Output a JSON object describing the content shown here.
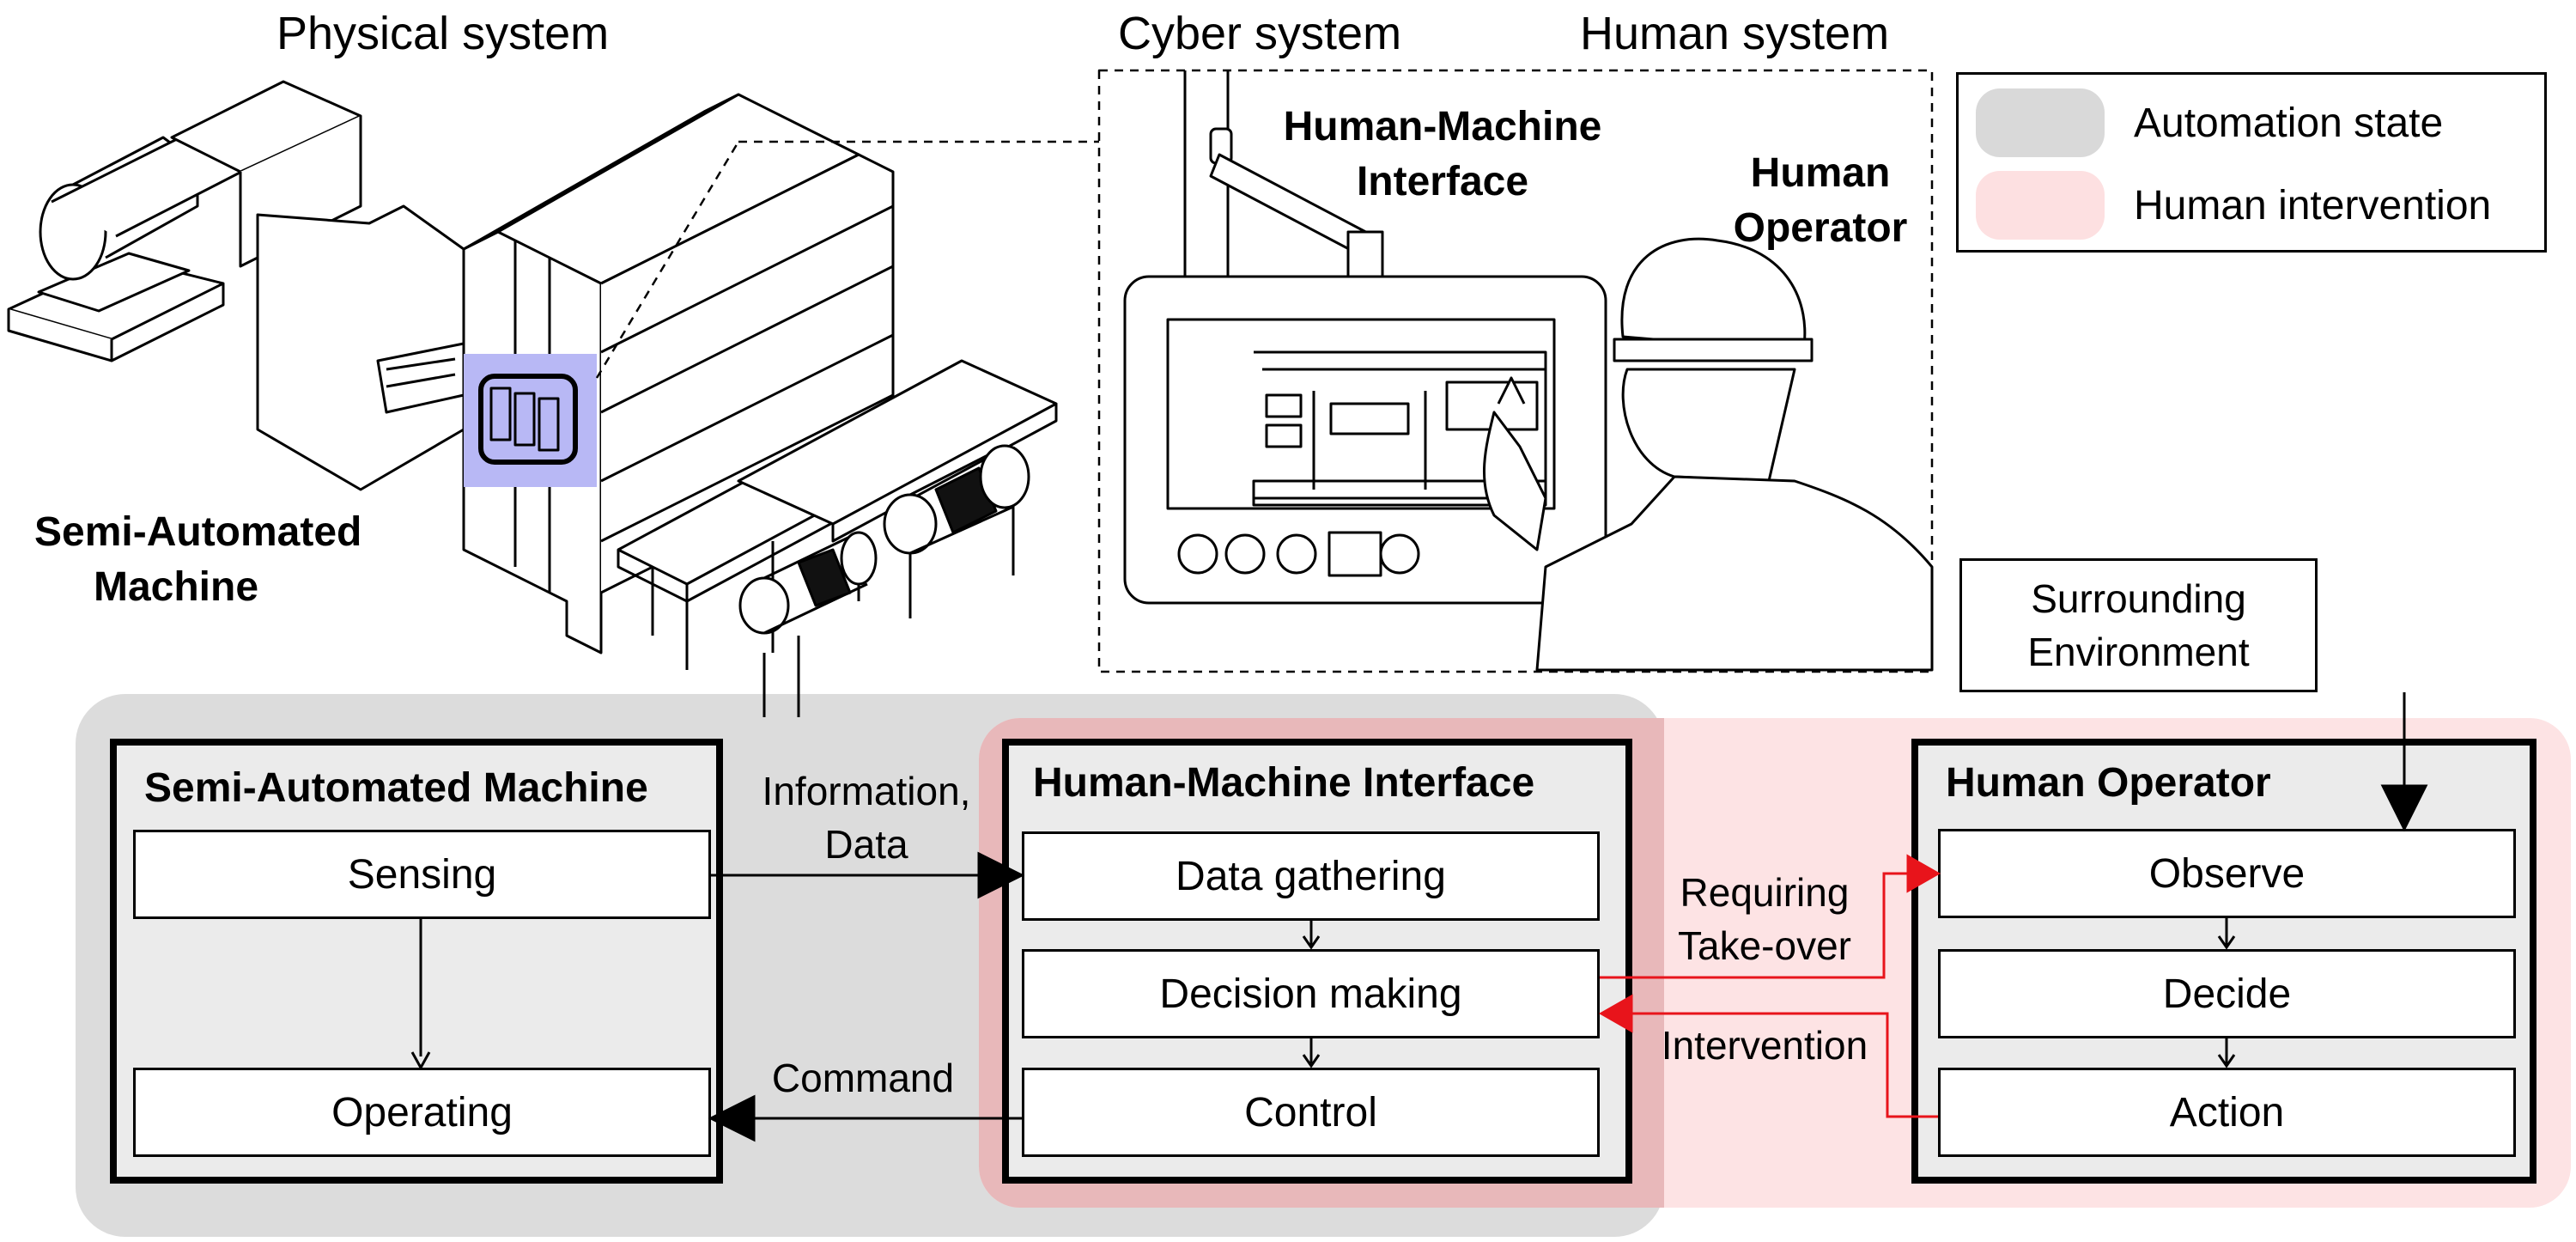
{
  "headers": {
    "physical_system": "Physical system",
    "cyber_system": "Cyber system",
    "human_system": "Human system"
  },
  "illustration": {
    "machine_label": [
      "Semi-Automated",
      "Machine"
    ],
    "hmi_label": [
      "Human-Machine",
      "Interface"
    ],
    "operator_label": [
      "Human",
      "Operator"
    ]
  },
  "legend": {
    "items": [
      {
        "label": "Automation state",
        "color": "#d9d9d9"
      },
      {
        "label": "Human intervention",
        "color": "#fde0e1"
      }
    ]
  },
  "environment": {
    "label": [
      "Surrounding",
      "Environment"
    ]
  },
  "machine_block": {
    "title": "Semi-Automated Machine",
    "steps": [
      "Sensing",
      "Operating"
    ]
  },
  "hmi_block": {
    "title": "Human-Machine Interface",
    "steps": [
      "Data gathering",
      "Decision making",
      "Control"
    ]
  },
  "operator_block": {
    "title": "Human Operator",
    "steps": [
      "Observe",
      "Decide",
      "Action"
    ]
  },
  "edges": {
    "information_data": [
      "Information,",
      "Data"
    ],
    "command": "Command",
    "requiring_takeover": [
      "Requiring",
      "Take-over"
    ],
    "intervention": "Intervention"
  },
  "colors": {
    "automation_region": "#dcdcdc",
    "intervention_region": "#fde3e4",
    "overlap_region": "#e8b8ba",
    "red_arrow": "#e8141b"
  }
}
